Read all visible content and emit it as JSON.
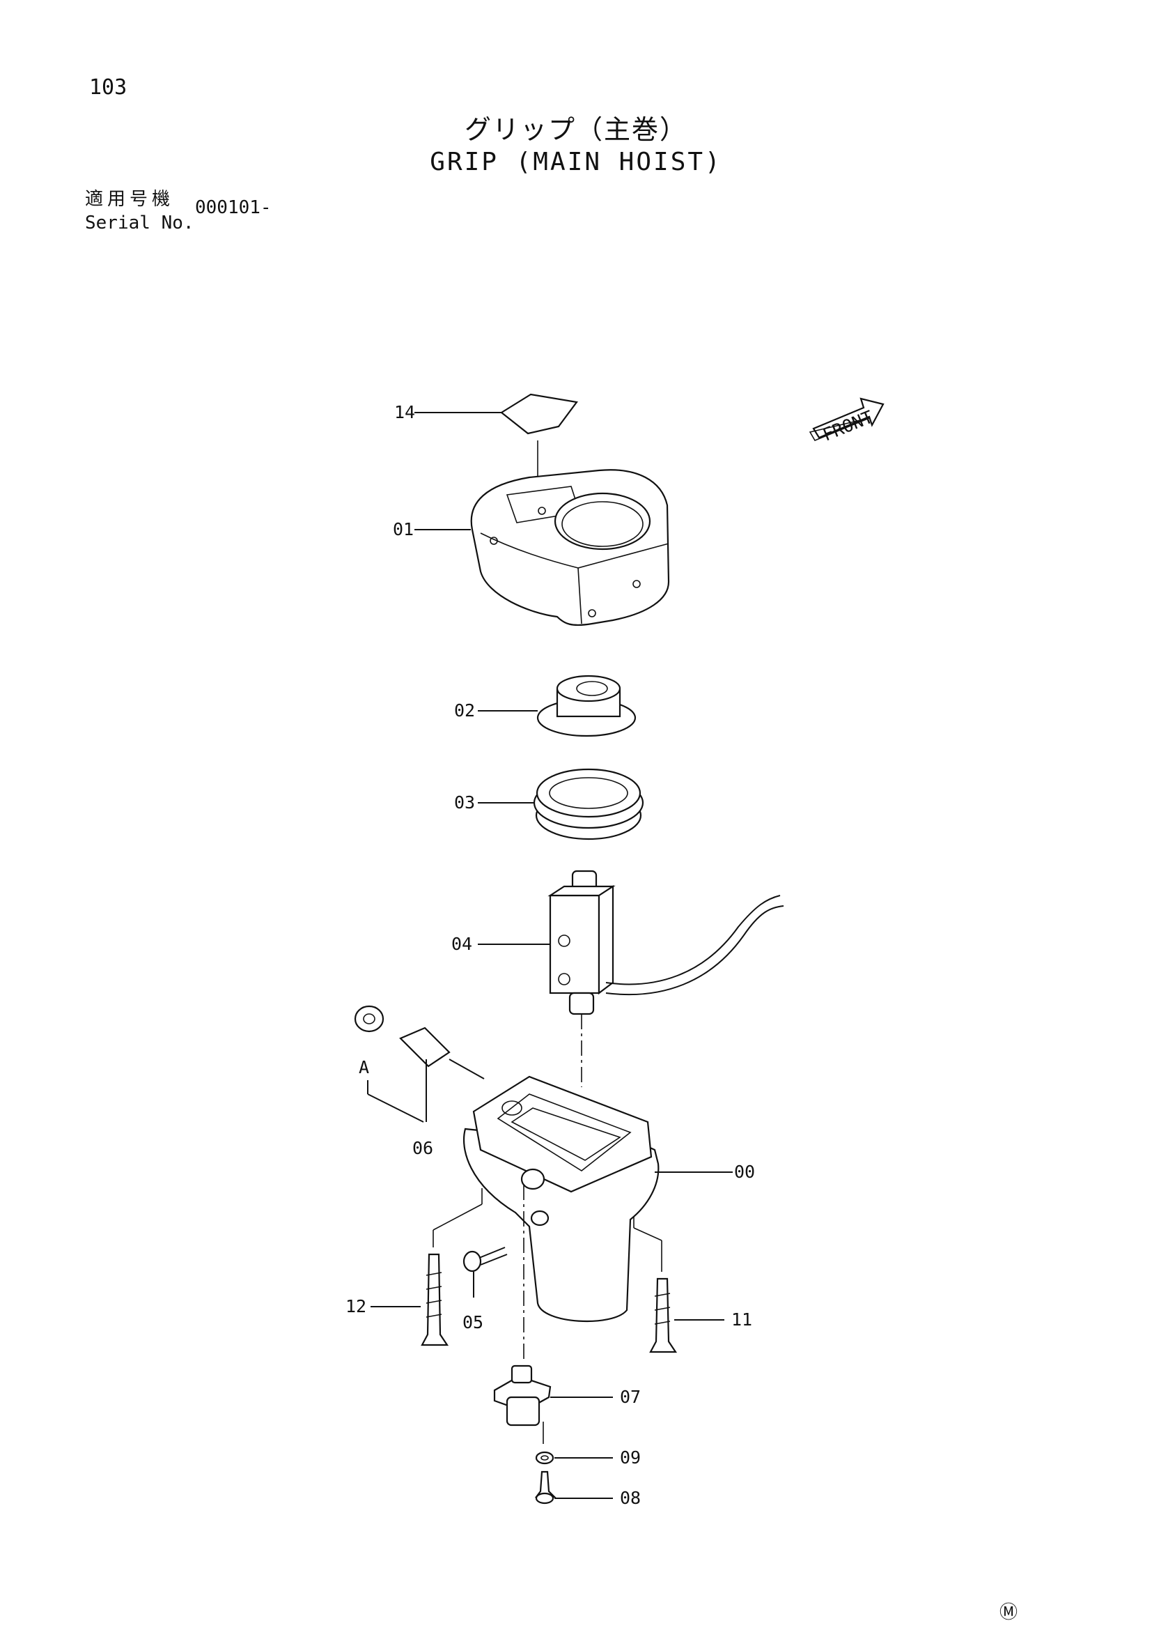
{
  "page_number": "103",
  "title_ja": "グリップ（主巻）",
  "title_en": "GRIP (MAIN HOIST)",
  "serial": {
    "label_ja": "適用号機",
    "label_en": "Serial No.",
    "value": "000101-"
  },
  "front_label": "FRONT",
  "callout_a": "A",
  "parts": [
    "14",
    "01",
    "02",
    "03",
    "04",
    "06",
    "00",
    "05",
    "12",
    "11",
    "07",
    "09",
    "08"
  ],
  "marker": "Ⓜ"
}
